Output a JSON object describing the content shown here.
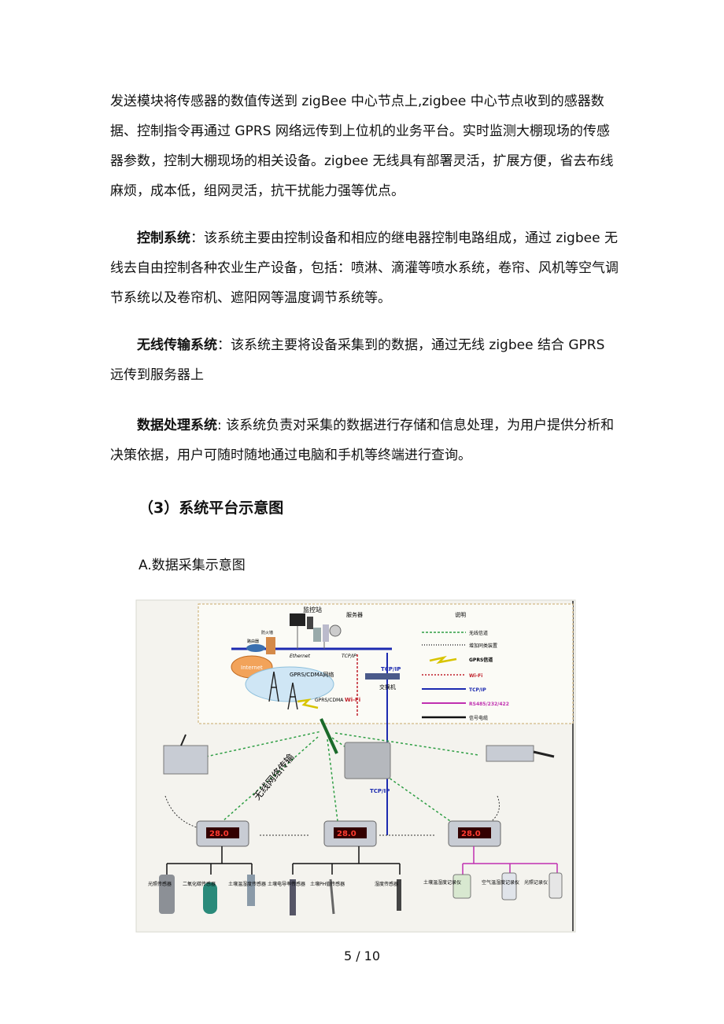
{
  "paragraphs": {
    "p1": "发送模块将传感器的数值传送到 zigBee 中心节点上,zigbee 中心节点收到的感器数据、控制指令再通过 GPRS 网络远传到上位机的业务平台。实时监测大棚现场的传感器参数，控制大棚现场的相关设备。zigbee 无线具有部署灵活，扩展方便，省去布线麻烦，成本低，组网灵活，抗干扰能力强等优点。",
    "p2_label": "控制系统",
    "p2_text": "：该系统主要由控制设备和相应的继电器控制电路组成，通过 zigbee 无线去自由控制各种农业生产设备，包括：喷淋、滴灌等喷水系统，卷帘、风机等空气调节系统以及卷帘机、遮阳网等温度调节系统等。",
    "p3_label": "无线传输系统",
    "p3_text": "：该系统主要将设备采集到的数据，通过无线 zigbee 结合 GPRS 远传到服务器上",
    "p4_label": "数据处理系统",
    "p4_text": ": 该系统负责对采集的数据进行存储和信息处理，为用户提供分析和决策依据，用户可随时随地通过电脑和手机等终端进行查询。"
  },
  "section_heading": "（3）系统平台示意图",
  "subheading": "A.数据采集示意图",
  "diagram": {
    "monitor_station": "监控站",
    "server": "服务器",
    "firewall": "防火墙",
    "router": "路由器",
    "internet": "Internet",
    "ethernet": "Ethernet",
    "tcpip_bus": "TCP/IP",
    "tcpip": "TCP/IP",
    "switch": "交换机",
    "gprs_cdma_network": "GPRS/CDMA网络",
    "gprs_cdma": "GPRS/CDMA",
    "wifi": "Wi-Fi",
    "wireless_transmission": "无线网络传输",
    "display_value": "28.0",
    "legend_title": "说明",
    "legend": [
      {
        "label": "无线信道",
        "color": "#2e9e44"
      },
      {
        "label": "增加同类装置",
        "color": "#333333"
      },
      {
        "label": "GPRS信道",
        "color": "#d8c400"
      },
      {
        "label": "Wi-Fi",
        "color": "#c0202a"
      },
      {
        "label": "TCP/IP",
        "color": "#1c2ab0"
      },
      {
        "label": "RS485/232/422",
        "color": "#c030b0"
      },
      {
        "label": "信号电缆",
        "color": "#111111"
      }
    ],
    "sensors_left": [
      "光照传感器",
      "二氧化碳传感器",
      "土壤温湿度传感器"
    ],
    "sensors_mid": [
      "土壤电导率传感器",
      "土壤PH值传感器",
      "湿度传感器"
    ],
    "sensors_right": [
      "土壤温湿度记录仪",
      "空气温湿度记录仪",
      "光照记录仪"
    ]
  },
  "page_number": "5 / 10"
}
